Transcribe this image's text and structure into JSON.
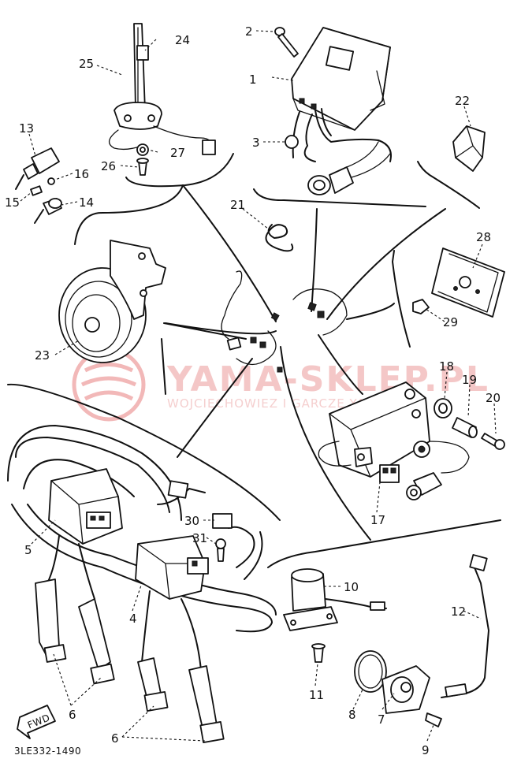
{
  "diagram": {
    "code": "3LE332-1490",
    "fwd_label": "FWD",
    "watermark": {
      "main": "YAMA-SKLEP.PL",
      "sub": "WOJCIECHOWIEZ I GARCZE YAMAHA"
    },
    "callouts": [
      {
        "id": "1",
        "label": "1"
      },
      {
        "id": "2",
        "label": "2"
      },
      {
        "id": "3",
        "label": "3"
      },
      {
        "id": "4",
        "label": "4"
      },
      {
        "id": "5",
        "label": "5"
      },
      {
        "id": "6a",
        "label": "6"
      },
      {
        "id": "6b",
        "label": "6"
      },
      {
        "id": "7",
        "label": "7"
      },
      {
        "id": "8",
        "label": "8"
      },
      {
        "id": "9",
        "label": "9"
      },
      {
        "id": "10",
        "label": "10"
      },
      {
        "id": "11",
        "label": "11"
      },
      {
        "id": "12",
        "label": "12"
      },
      {
        "id": "13",
        "label": "13"
      },
      {
        "id": "14",
        "label": "14"
      },
      {
        "id": "15",
        "label": "15"
      },
      {
        "id": "16",
        "label": "16"
      },
      {
        "id": "17",
        "label": "17"
      },
      {
        "id": "18",
        "label": "18"
      },
      {
        "id": "19",
        "label": "19"
      },
      {
        "id": "20",
        "label": "20"
      },
      {
        "id": "21",
        "label": "21"
      },
      {
        "id": "22",
        "label": "22"
      },
      {
        "id": "23",
        "label": "23"
      },
      {
        "id": "24",
        "label": "24"
      },
      {
        "id": "25",
        "label": "25"
      },
      {
        "id": "26",
        "label": "26"
      },
      {
        "id": "27",
        "label": "27"
      },
      {
        "id": "28",
        "label": "28"
      },
      {
        "id": "29",
        "label": "29"
      },
      {
        "id": "30",
        "label": "30"
      },
      {
        "id": "31",
        "label": "31"
      }
    ]
  }
}
